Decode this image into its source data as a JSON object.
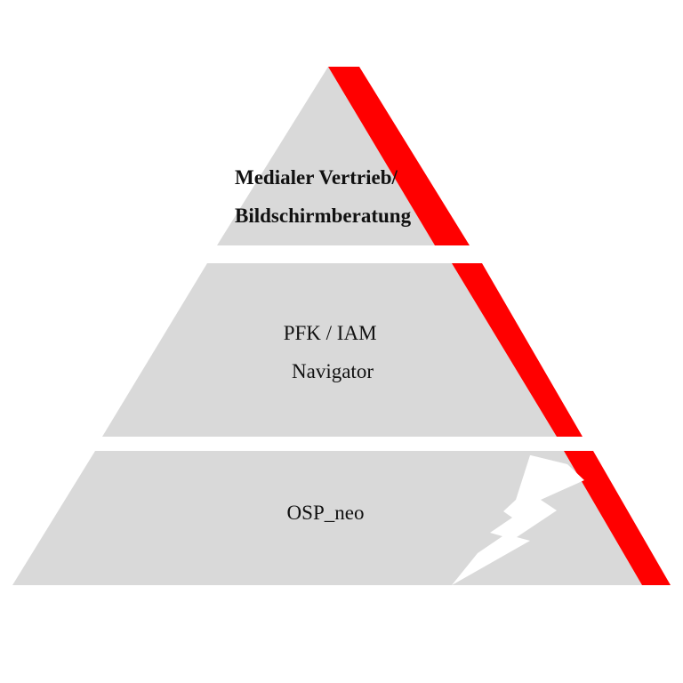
{
  "colors": {
    "level_fill": "#d9d9d9",
    "edge_accent": "#ff0000",
    "background": "#ffffff",
    "lightning": "#ffffff"
  },
  "levels": [
    {
      "id": "top",
      "lines": [
        "Medialer Vertrieb/",
        "Bildschirmberatung"
      ],
      "bold": true
    },
    {
      "id": "middle",
      "lines": [
        "PFK / IAM",
        "Navigator"
      ],
      "bold": false
    },
    {
      "id": "bottom",
      "lines": [
        "OSP_neo"
      ],
      "bold": false
    }
  ],
  "decorations": {
    "crack_icon": "lightning-bolt-icon"
  }
}
